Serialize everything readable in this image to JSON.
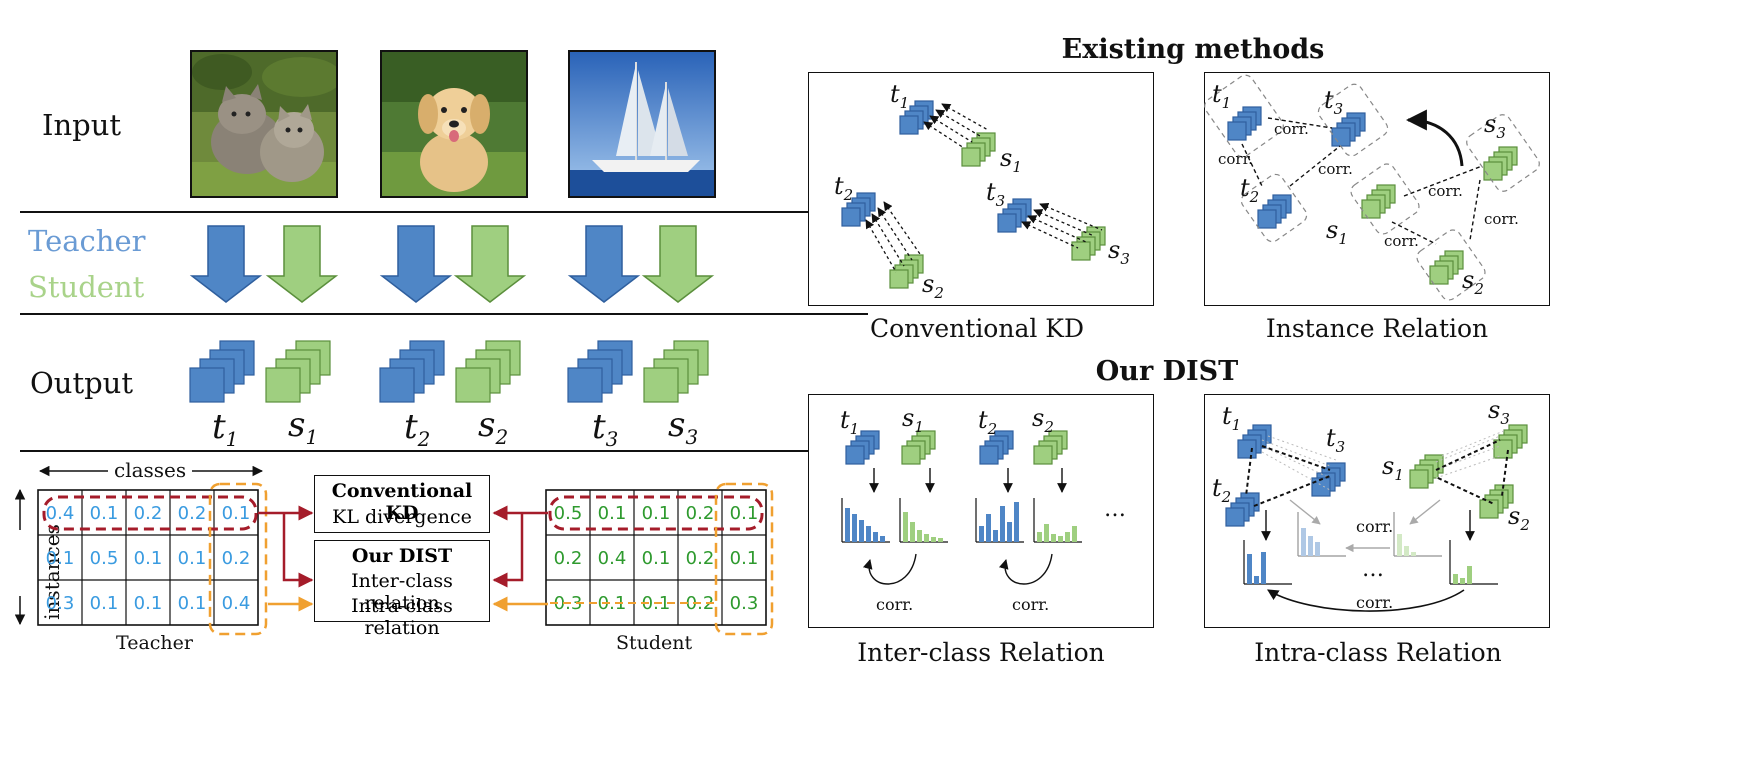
{
  "left": {
    "input_label": "Input",
    "teacher_label": "Teacher",
    "student_label": "Student",
    "output_label": "Output",
    "output_symbols": [
      {
        "t": "t",
        "tsub": "1",
        "s": "s",
        "ssub": "1"
      },
      {
        "t": "t",
        "tsub": "2",
        "s": "s",
        "ssub": "2"
      },
      {
        "t": "t",
        "tsub": "3",
        "s": "s",
        "ssub": "3"
      }
    ],
    "classes_label": "classes",
    "instances_label": "instances",
    "teacher_table_label": "Teacher",
    "student_table_label": "Student",
    "teacher_matrix": [
      [
        "0.4",
        "0.1",
        "0.2",
        "0.2",
        "0.1"
      ],
      [
        "0.1",
        "0.5",
        "0.1",
        "0.1",
        "0.2"
      ],
      [
        "0.3",
        "0.1",
        "0.1",
        "0.1",
        "0.4"
      ]
    ],
    "student_matrix": [
      [
        "0.5",
        "0.1",
        "0.1",
        "0.2",
        "0.1"
      ],
      [
        "0.2",
        "0.4",
        "0.1",
        "0.2",
        "0.1"
      ],
      [
        "0.3",
        "0.1",
        "0.1",
        "0.2",
        "0.3"
      ]
    ],
    "kd_box": {
      "title": "Conventional KD",
      "subtitle": "KL divergence"
    },
    "dist_box": {
      "title": "Our DIST",
      "line1": "Inter-class relation",
      "line2": "Intra-class relation"
    }
  },
  "right": {
    "existing_header": "Existing methods",
    "our_header": "Our DIST",
    "panels": {
      "conventional": {
        "caption": "Conventional KD"
      },
      "instance": {
        "caption": "Instance Relation",
        "corr": "corr."
      },
      "inter": {
        "caption": "Inter-class Relation",
        "corr": "corr.",
        "ellipsis": "…"
      },
      "intra": {
        "caption": "Intra-class Relation",
        "corr": "corr.",
        "ellipsis": "…"
      }
    }
  },
  "colors": {
    "teacher_blue": "#4f86c6",
    "teacher_blue_dark": "#2f5f9e",
    "student_green": "#9fcf80",
    "student_green_dark": "#5b8f3c",
    "text_blue": "#3a9be0",
    "text_green": "#2e9a2e",
    "teacher_label": "#6a9bd4",
    "student_label": "#a9d38a",
    "red_arrow": "#a51c2a",
    "orange_arrow": "#f0a030"
  },
  "icons": {
    "input_images": [
      "kittens-photo",
      "puppy-photo",
      "sailboat-photo"
    ]
  }
}
